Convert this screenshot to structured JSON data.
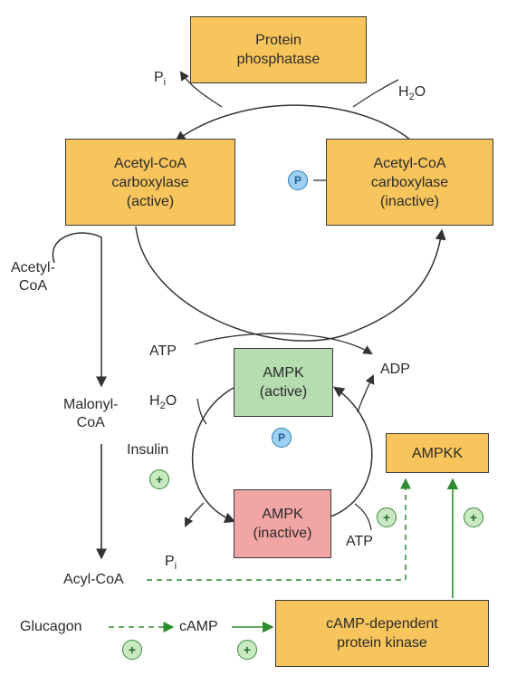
{
  "nodes": {
    "protein_phosphatase": "Protein\nphosphatase",
    "acc_active": "Acetyl-CoA\ncarboxylase\n(active)",
    "acc_inactive": "Acetyl-CoA\ncarboxylase\n(inactive)",
    "ampk_active": "AMPK\n(active)",
    "ampk_inactive": "AMPK\n(inactive)",
    "ampkk": "AMPKK",
    "camp_pk": "cAMP-dependent\nprotein kinase"
  },
  "labels": {
    "pi_top": "P",
    "pi_top_sub": "i",
    "h2o_top": "H",
    "h2o_top_sub": "2",
    "h2o_top_tail": "O",
    "acetyl_coa": "Acetyl-\nCoA",
    "malonyl_coa": "Malonyl-\nCoA",
    "atp_upper": "ATP",
    "adp": "ADP",
    "h2o_mid": "H",
    "h2o_mid_sub": "2",
    "h2o_mid_tail": "O",
    "insulin": "Insulin",
    "pi_bottom": "P",
    "pi_bottom_sub": "i",
    "atp_lower": "ATP",
    "acyl_coa": "Acyl-CoA",
    "glucagon": "Glucagon",
    "camp": "cAMP"
  },
  "badges": {
    "phosphate": "P",
    "stimulation": "+"
  },
  "colors": {
    "orange": "#f8c55c",
    "green": "#b5ddb0",
    "pink": "#f2a5a5",
    "phosphate_blue": "#9fd0f2",
    "activation_green": "#2e8b2e"
  }
}
